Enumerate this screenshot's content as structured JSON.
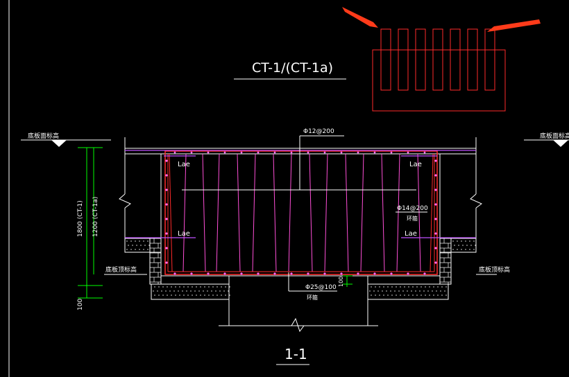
{
  "drawing": {
    "title": "CT-1/(CT-1a)",
    "section_label": "1-1",
    "label_top_left": "底板面标高",
    "label_top_right": "底板面标高",
    "label_bottom_left": "底板顶标高",
    "label_bottom_right": "底板顶标高",
    "rebar_top": "Φ12@200",
    "rebar_side": "Φ14@200",
    "rebar_side_note": "环箍",
    "rebar_bottom": "Φ25@100",
    "rebar_bottom_note": "环箍",
    "lae_labels": [
      "Lae",
      "Lae",
      "Lae",
      "Lae"
    ],
    "dim_total": "1800 (CT-1)",
    "dim_inner": "1200 (CT-1a)",
    "dim_bottom": "100",
    "dim_small": "100"
  },
  "colors": {
    "background": "#000000",
    "outline": "#ffffff",
    "rebar": "#ff2a2a",
    "stirrup": "#ff4fd8",
    "dimension": "#00ff00",
    "arrow": "#ff3b1a",
    "magenta_line": "#c050ff"
  }
}
